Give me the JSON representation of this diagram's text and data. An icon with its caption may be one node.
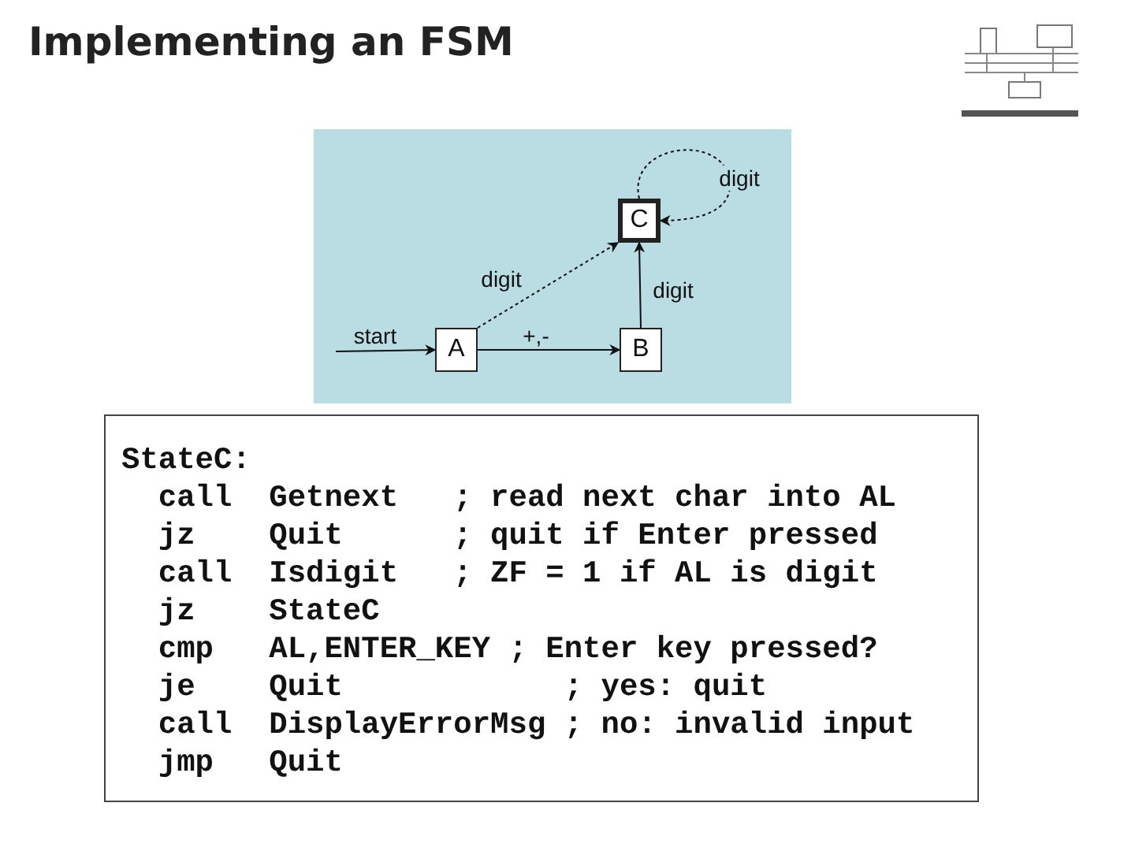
{
  "diagram": {
    "title": "Implementing an FSM",
    "nodes": [
      {
        "text": [
          "A"
        ]
      },
      {
        "text": [
          "B"
        ]
      },
      {
        "text": [
          "C"
        ]
      }
    ],
    "edges": [
      {
        "from": null,
        "to": 0,
        "arrow": "to",
        "label": "start"
      },
      {
        "from": 0,
        "to": 1,
        "arrow": "to",
        "label": "+,-"
      },
      {
        "from": 0,
        "to": 2,
        "arrow": "to",
        "label": "digit",
        "style": "dashed"
      },
      {
        "from": 1,
        "to": 2,
        "arrow": "to",
        "label": "digit"
      },
      {
        "from": 2,
        "to": 2,
        "arrow": "to",
        "label": "digit",
        "style": "dashed"
      }
    ],
    "labels": [
      "StateC:",
      "  call  Getnext   ; read next char into AL",
      "  jz    Quit      ; quit if Enter pressed",
      "  call  Isdigit   ; ZF = 1 if AL is digit",
      "  jz    StateC",
      "  cmp   AL,ENTER_KEY ; Enter key pressed?",
      "  je    Quit            ; yes: quit",
      "  call  DisplayErrorMsg ; no: invalid input",
      "  jmp   Quit"
    ]
  }
}
